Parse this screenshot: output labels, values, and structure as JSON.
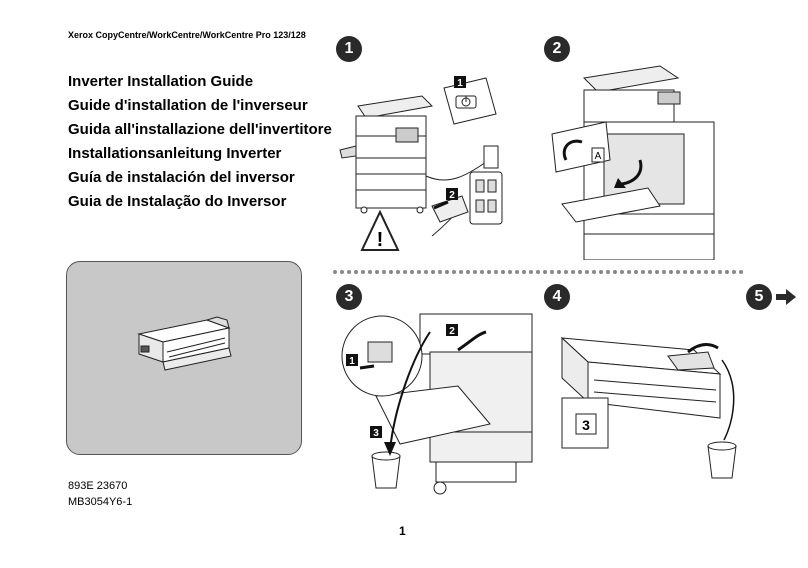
{
  "header": {
    "product_line": "Xerox CopyCentre/WorkCentre/WorkCentre Pro 123/128"
  },
  "titles": [
    "Inverter Installation Guide",
    "Guide d'installation de l'inverseur",
    "Guida all'installazione dell'invertitore",
    "Installationsanleitung Inverter",
    "Guía de instalación del inversor",
    "Guia de Instalação do Inversor"
  ],
  "codes": {
    "part_number": "893E 23670",
    "doc_number": "MB3054Y6-1"
  },
  "page_number": "1",
  "steps": {
    "s1": "1",
    "s2": "2",
    "s3": "3",
    "s4": "4",
    "s5": "5"
  },
  "callouts": {
    "step1_a": "1",
    "step1_b": "2",
    "step3_a": "1",
    "step3_b": "2",
    "step3_c": "3",
    "step4_label": "3",
    "step2_label": "A"
  },
  "icons": {
    "power": "power-icon",
    "warning": "warning-triangle-icon",
    "next": "arrow-right-icon"
  },
  "colors": {
    "badge": "#2a2a2a",
    "product_panel": "#c8c8c8",
    "dots": "#888888"
  }
}
